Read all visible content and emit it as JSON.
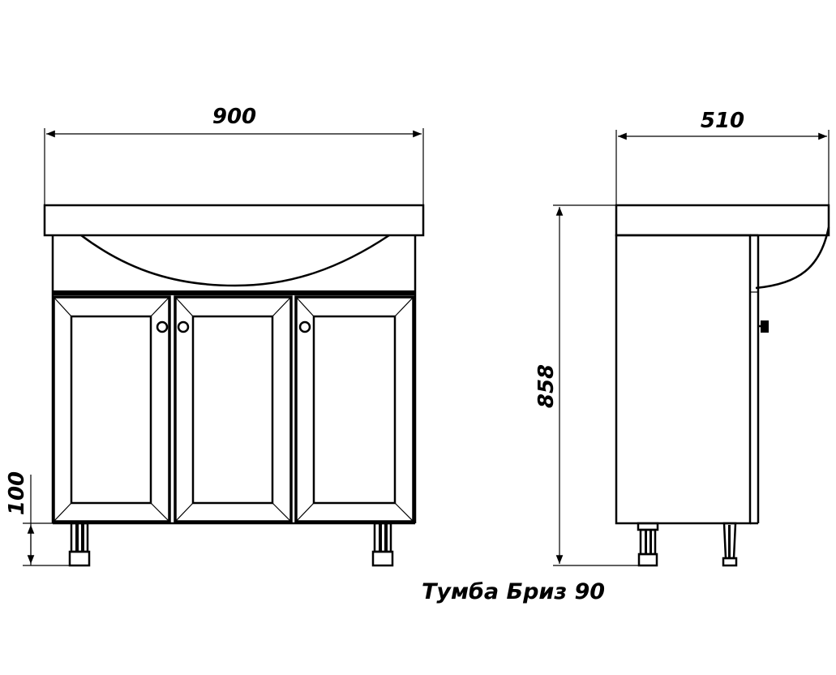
{
  "title": "Тумба Бриз 90",
  "dimensions": {
    "width": "900",
    "depth": "510",
    "height": "858",
    "leg_height": "100"
  },
  "views": [
    "front-view",
    "side-view"
  ],
  "colors": {
    "line": "#000000",
    "background": "#ffffff"
  }
}
